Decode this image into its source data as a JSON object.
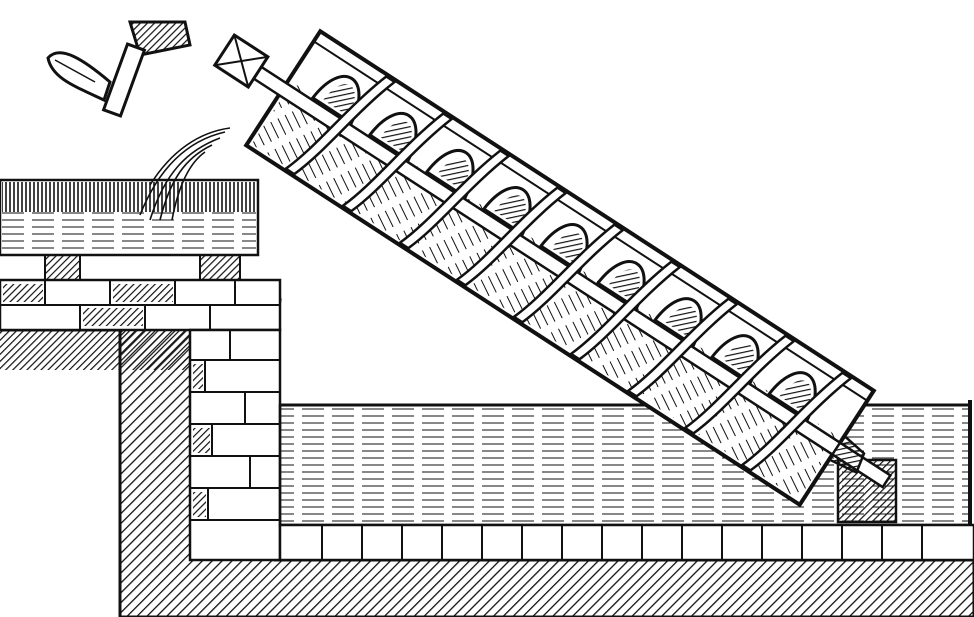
{
  "figure": {
    "caption": "",
    "colors": {
      "ink": "#111111",
      "paper": "#ffffff"
    },
    "parts": {
      "crank": "crank-handle",
      "bearing": "upper-bearing-block",
      "screw": "archimedes-screw",
      "upper_trough": "upper-trough",
      "lower_basin": "lower-water-basin",
      "wall": "masonry-wall",
      "ground": "hatched-ground",
      "outflow": "water-outflow-stream",
      "foot": "lower-bearing-foot"
    },
    "screw_flights": 9
  }
}
